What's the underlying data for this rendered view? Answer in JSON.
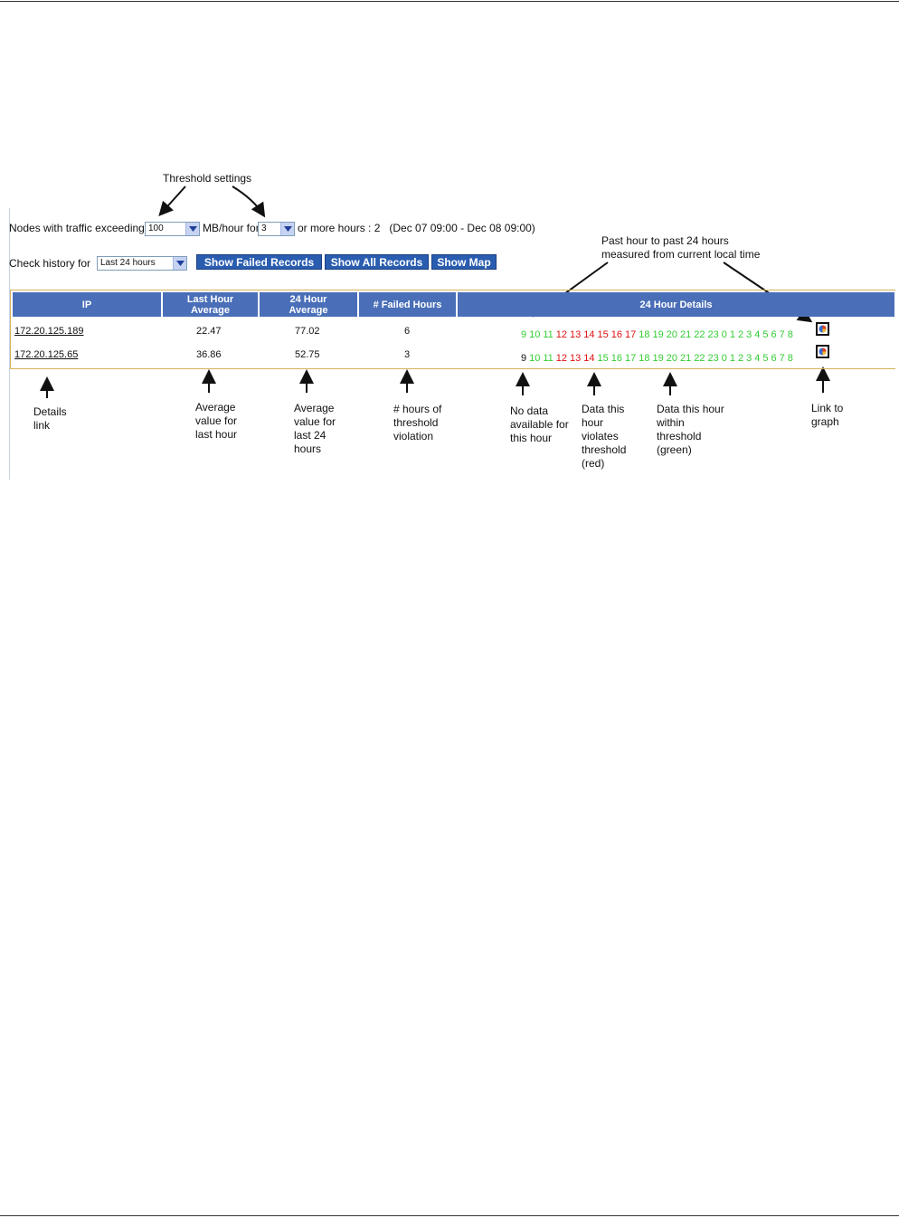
{
  "annotations": {
    "threshold_settings": "Threshold settings",
    "past_hour": "Past hour to past 24 hours\nmeasured from current local time",
    "details_link": "Details\nlink",
    "avg_last_hour": "Average\nvalue for\nlast hour",
    "avg_last_24": "Average\nvalue for\nlast 24\nhours",
    "hours_violation": "# hours of\nthreshold\nviolation",
    "no_data": "No data\navailable for\nthis hour",
    "data_violates": "Data this\nhour\nviolates\nthreshold\n(red)",
    "data_within": "Data this hour\nwithin\nthreshold\n(green)",
    "link_graph": "Link to\ngraph"
  },
  "filter": {
    "prefix": "Nodes with traffic exceeding",
    "threshold_value": "100",
    "unit": "MB/hour for",
    "hours_value": "3",
    "suffix": "or more hours : 2   (Dec 07 09:00 - Dec 08 09:00)",
    "history_label": "Check history for",
    "history_value": "Last 24 hours"
  },
  "buttons": {
    "failed": "Show Failed Records",
    "all": "Show All Records",
    "map": "Show Map"
  },
  "table": {
    "headers": [
      "IP",
      "Last Hour\nAverage",
      "24 Hour\nAverage",
      "# Failed Hours",
      "24 Hour Details"
    ],
    "rows": [
      {
        "ip": "172.20.125.189",
        "last_hour": "22.47",
        "avg24": "77.02",
        "failed": "6"
      },
      {
        "ip": "172.20.125.65",
        "last_hour": "36.86",
        "avg24": "52.75",
        "failed": "3"
      }
    ]
  },
  "hour_strips": [
    {
      "hours": [
        "9",
        "10",
        "11",
        "12",
        "13",
        "14",
        "15",
        "16",
        "17",
        "18",
        "19",
        "20",
        "21",
        "22",
        "23",
        "0",
        "1",
        "2",
        "3",
        "4",
        "5",
        "6",
        "7",
        "8"
      ],
      "status": [
        "g",
        "g",
        "g",
        "r",
        "r",
        "r",
        "r",
        "r",
        "r",
        "g",
        "g",
        "g",
        "g",
        "g",
        "g",
        "g",
        "g",
        "g",
        "g",
        "g",
        "g",
        "g",
        "g",
        "g"
      ]
    },
    {
      "hours": [
        "9",
        "10",
        "11",
        "12",
        "13",
        "14",
        "15",
        "16",
        "17",
        "18",
        "19",
        "20",
        "21",
        "22",
        "23",
        "0",
        "1",
        "2",
        "3",
        "4",
        "5",
        "6",
        "7",
        "8"
      ],
      "status": [
        "n",
        "g",
        "g",
        "r",
        "r",
        "r",
        "g",
        "g",
        "g",
        "g",
        "g",
        "g",
        "g",
        "g",
        "g",
        "g",
        "g",
        "g",
        "g",
        "g",
        "g",
        "g",
        "g",
        "g"
      ]
    }
  ],
  "colors": {
    "ok": "#33cc33",
    "violation": "#dd1111",
    "nodata": "#111111",
    "header": "#4a6fb8",
    "button": "#2a5db0"
  },
  "icons": {
    "graph": "pie-chart-icon",
    "dropdown": "chevron-down-icon"
  }
}
